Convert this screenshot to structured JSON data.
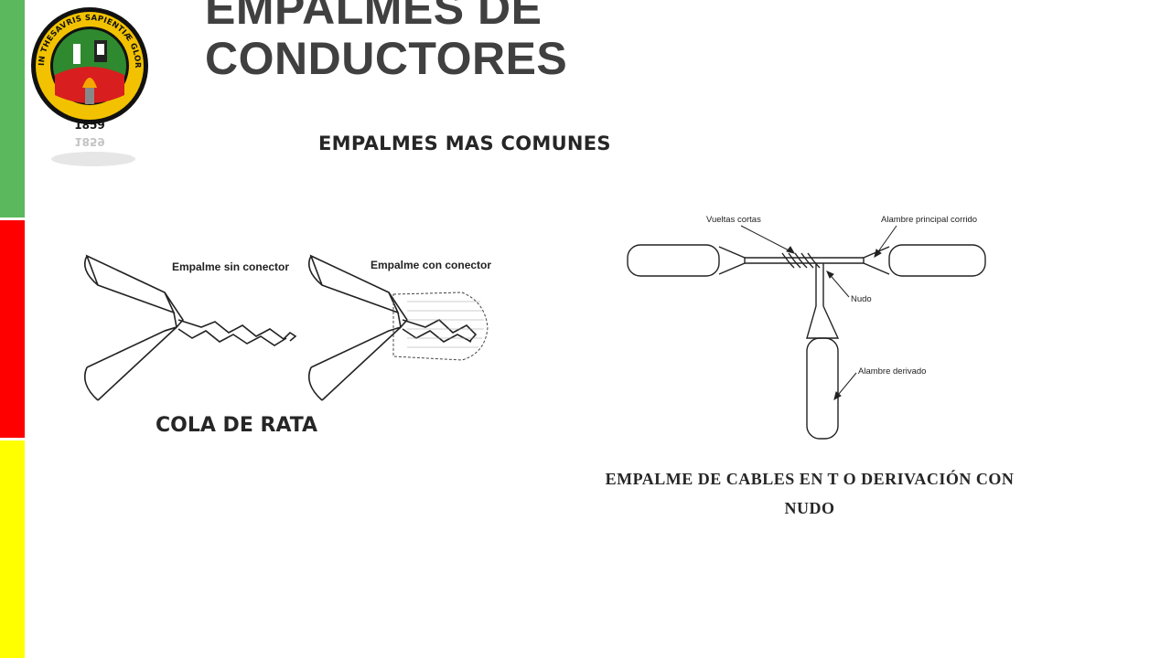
{
  "slide": {
    "title_line1": "EMPALMES DE",
    "title_line2": "CONDUCTORES",
    "subtitle": "EMPALMES MAS COMUNES"
  },
  "logo": {
    "ring_text": "IN THESAVRIS SAPIENTIÆ GLORIFICATIO VITÆ",
    "year": "1859"
  },
  "figure_left": {
    "label_without_connector": "Empalme sin conector",
    "label_with_connector": "Empalme con conector",
    "caption": "COLA DE RATA"
  },
  "figure_right": {
    "label_short_turns": "Vueltas cortas",
    "label_main_wire": "Alambre principal corrido",
    "label_knot": "Nudo",
    "label_branch_wire": "Alambre derivado",
    "caption_line1": "EMPALME DE CABLES EN T O DERIVACIÓN CON",
    "caption_line2": "NUDO"
  },
  "colors": {
    "stripe_green": "#5cb85c",
    "stripe_red": "#ff0000",
    "stripe_yellow": "#ffff00",
    "title": "#404040"
  }
}
